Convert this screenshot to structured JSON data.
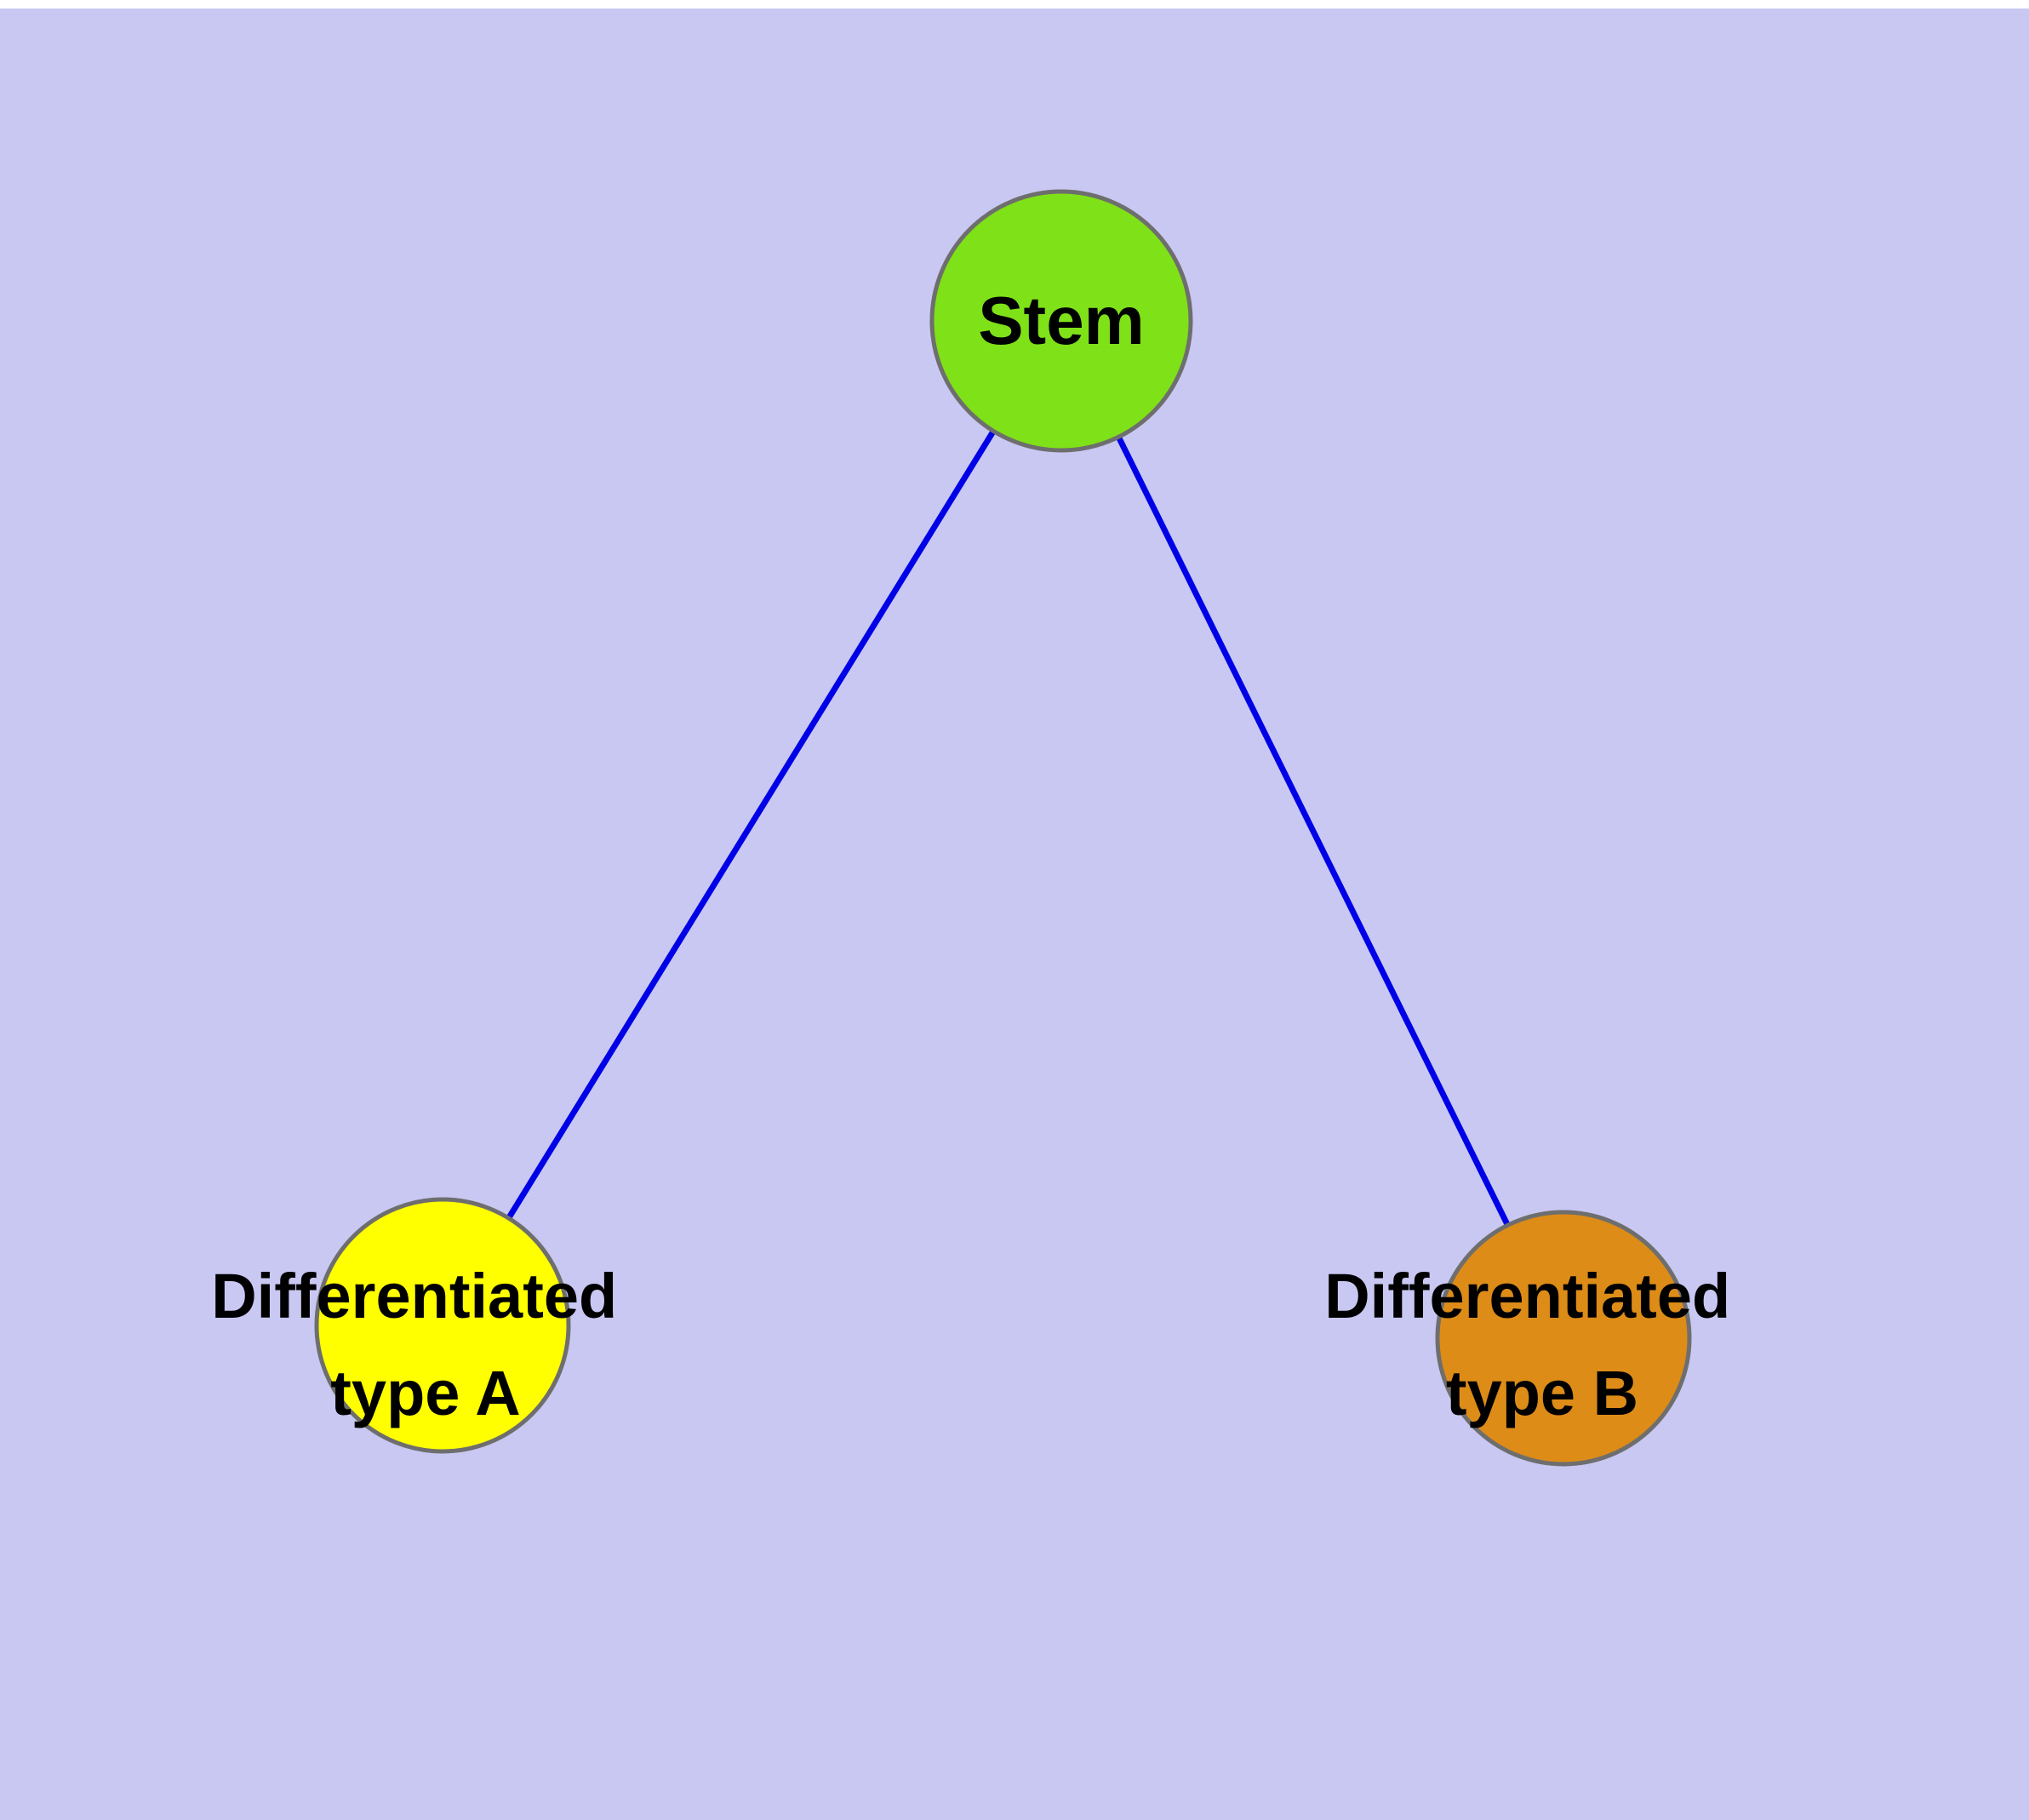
{
  "diagram": {
    "background_color": "#c8c8f2",
    "top_strip_color": "#ffffff",
    "edge_color": "#0000e6",
    "node_border_color": "#6e6e6e",
    "label_color": "#000000",
    "nodes": [
      {
        "id": "stem",
        "label": "Stem",
        "fill": "#7fe117"
      },
      {
        "id": "differentiated-type-a",
        "label_line1": "Differentiated",
        "label_line2": "type A",
        "fill": "#ffff00"
      },
      {
        "id": "differentiated-type-b",
        "label_line1": "Differentiated",
        "label_line2": "type B",
        "fill": "#dd8c18"
      }
    ],
    "edges": [
      {
        "from": "stem",
        "to": "differentiated-type-a"
      },
      {
        "from": "stem",
        "to": "differentiated-type-b"
      }
    ]
  }
}
